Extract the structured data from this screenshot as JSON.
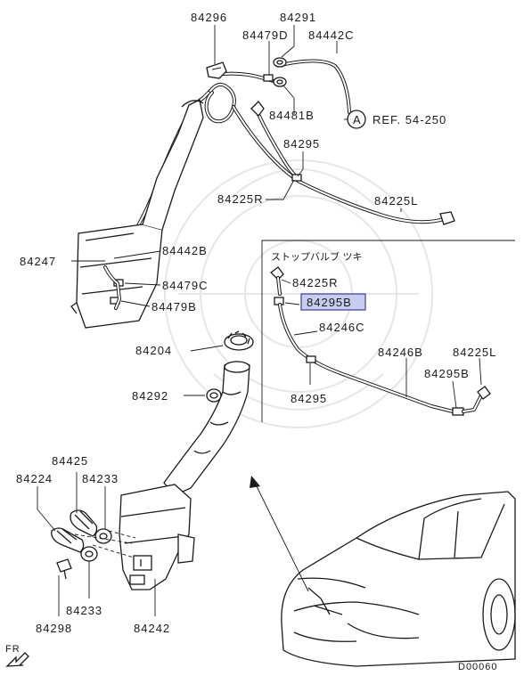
{
  "labels": {
    "p84296": "84296",
    "p84291": "84291",
    "p84479D": "84479D",
    "p84442C": "84442C",
    "p84481B": "84481B",
    "ref_marker": "A",
    "ref_text": "REF. 54-250",
    "p84295_top": "84295",
    "p84225R_top": "84225R",
    "p84225L_top": "84225L",
    "p84247": "84247",
    "p84442B": "84442B",
    "p84479C": "84479C",
    "p84479B": "84479B",
    "p84204": "84204",
    "p84292": "84292",
    "p84425": "84425",
    "p84224": "84224",
    "p84233_top": "84233",
    "p84233_bottom": "84233",
    "p84298": "84298",
    "p84242": "84242",
    "fr": "FR",
    "drawing_no": "D00060"
  },
  "inset": {
    "title": "ストップバルブ ツキ",
    "p84225R": "84225R",
    "p84295B_highlighted": "84295B",
    "p84246C": "84246C",
    "p84246B": "84246B",
    "p84225L": "84225L",
    "p84295B": "84295B",
    "p84295": "84295"
  },
  "colors": {
    "line": "#1a1a1a",
    "highlight_fill": "#c8cdf0",
    "highlight_stroke": "#3b3f9a",
    "watermark": "#e6e6e6"
  }
}
